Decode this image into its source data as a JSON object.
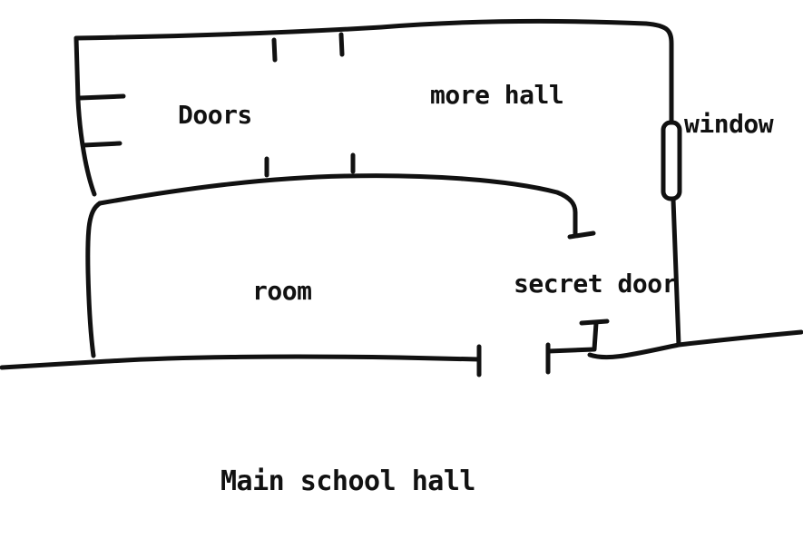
{
  "labels": {
    "doors": "Doors",
    "more_hall": "more hall",
    "window": "window",
    "room": "room",
    "secret_door": "secret door",
    "main_school_hall": "Main school hall"
  },
  "colors": {
    "ink": "#111111",
    "background": "#ffffff"
  }
}
